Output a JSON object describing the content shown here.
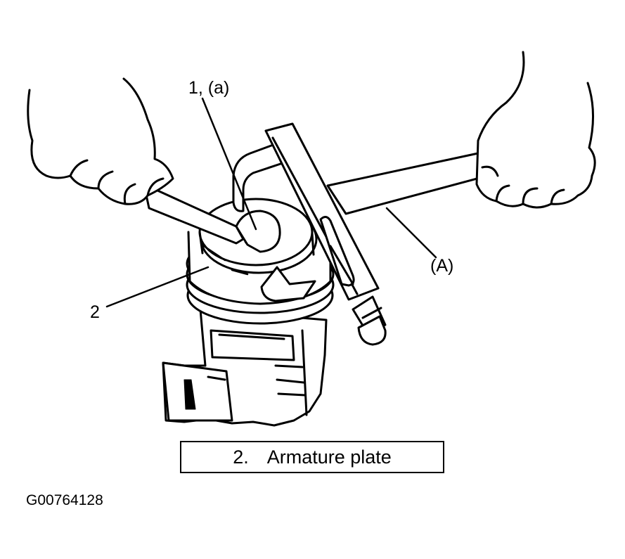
{
  "callouts": {
    "bolt": "1, (a)",
    "plate": "2",
    "tool": "(A)"
  },
  "caption": {
    "number": "2.",
    "text": "Armature plate"
  },
  "figure_id": "G00764128"
}
